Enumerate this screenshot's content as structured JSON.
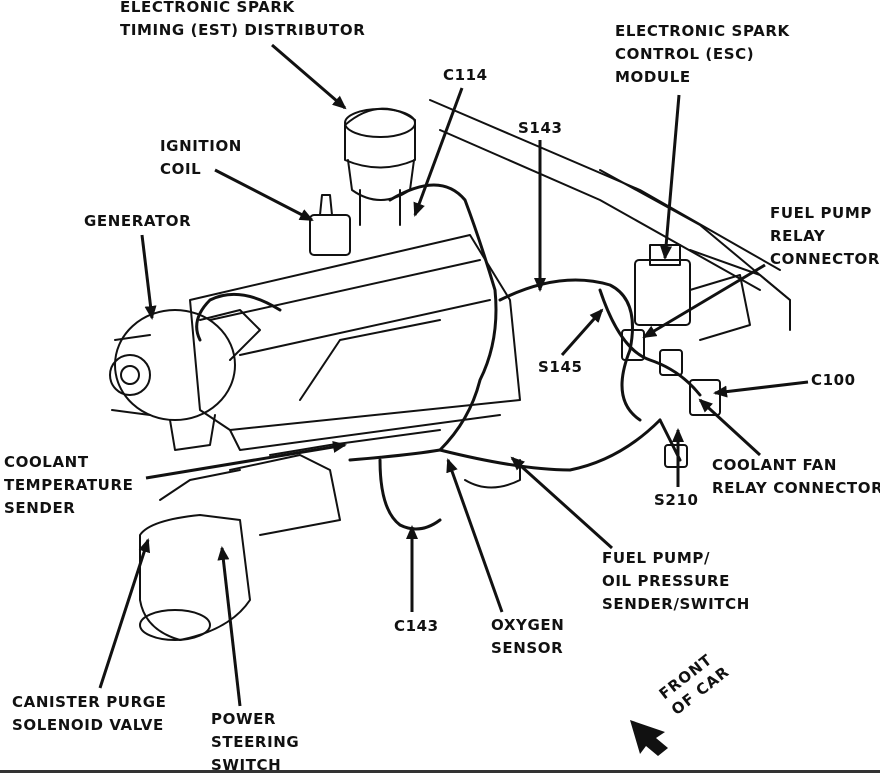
{
  "labels": {
    "est_distributor": [
      "ELECTRONIC SPARK",
      "TIMING (EST) DISTRIBUTOR"
    ],
    "c114": [
      "C114"
    ],
    "esc_module": [
      "ELECTRONIC SPARK",
      "CONTROL (ESC)",
      "MODULE"
    ],
    "s143": [
      "S143"
    ],
    "ignition_coil": [
      "IGNITION",
      "COIL"
    ],
    "generator": [
      "GENERATOR"
    ],
    "fuel_pump_relay": [
      "FUEL PUMP",
      "RELAY",
      "CONNECTOR"
    ],
    "s145": [
      "S145"
    ],
    "c100": [
      "C100"
    ],
    "coolant_temp_sender": [
      "COOLANT",
      "TEMPERATURE",
      "SENDER"
    ],
    "coolant_fan_relay": [
      "COOLANT FAN",
      "RELAY CONNECTOR"
    ],
    "s210": [
      "S210"
    ],
    "fuel_pump_oil_pressure": [
      "FUEL PUMP/",
      "OIL PRESSURE",
      "SENDER/SWITCH"
    ],
    "c143": [
      "C143"
    ],
    "oxygen_sensor": [
      "OXYGEN",
      "SENSOR"
    ],
    "canister_purge": [
      "CANISTER PURGE",
      "SOLENOID VALVE"
    ],
    "power_steering": [
      "POWER",
      "STEERING",
      "SWITCH"
    ],
    "front_of_car": [
      "FRONT",
      "OF CAR"
    ]
  }
}
